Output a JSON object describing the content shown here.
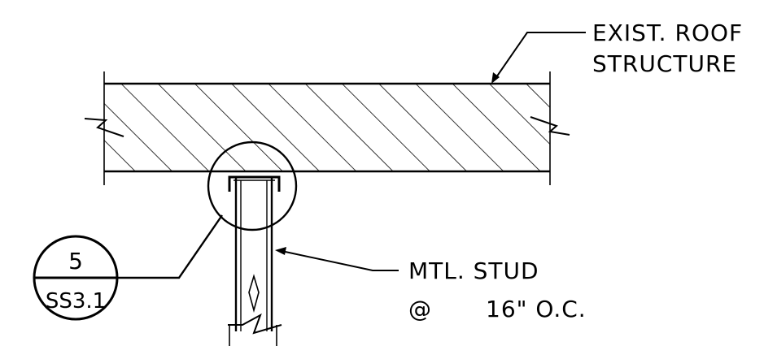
{
  "labels": {
    "roof_line1": "EXIST. ROOF",
    "roof_line2": "STRUCTURE",
    "stud_line1": "MTL. STUD",
    "stud_line2_at": "@",
    "stud_line2_spacing": "16\" O.C."
  },
  "detail_callout": {
    "number": "5",
    "sheet": "SS3.1"
  },
  "colors": {
    "linework": "#000000",
    "background": "#ffffff"
  }
}
